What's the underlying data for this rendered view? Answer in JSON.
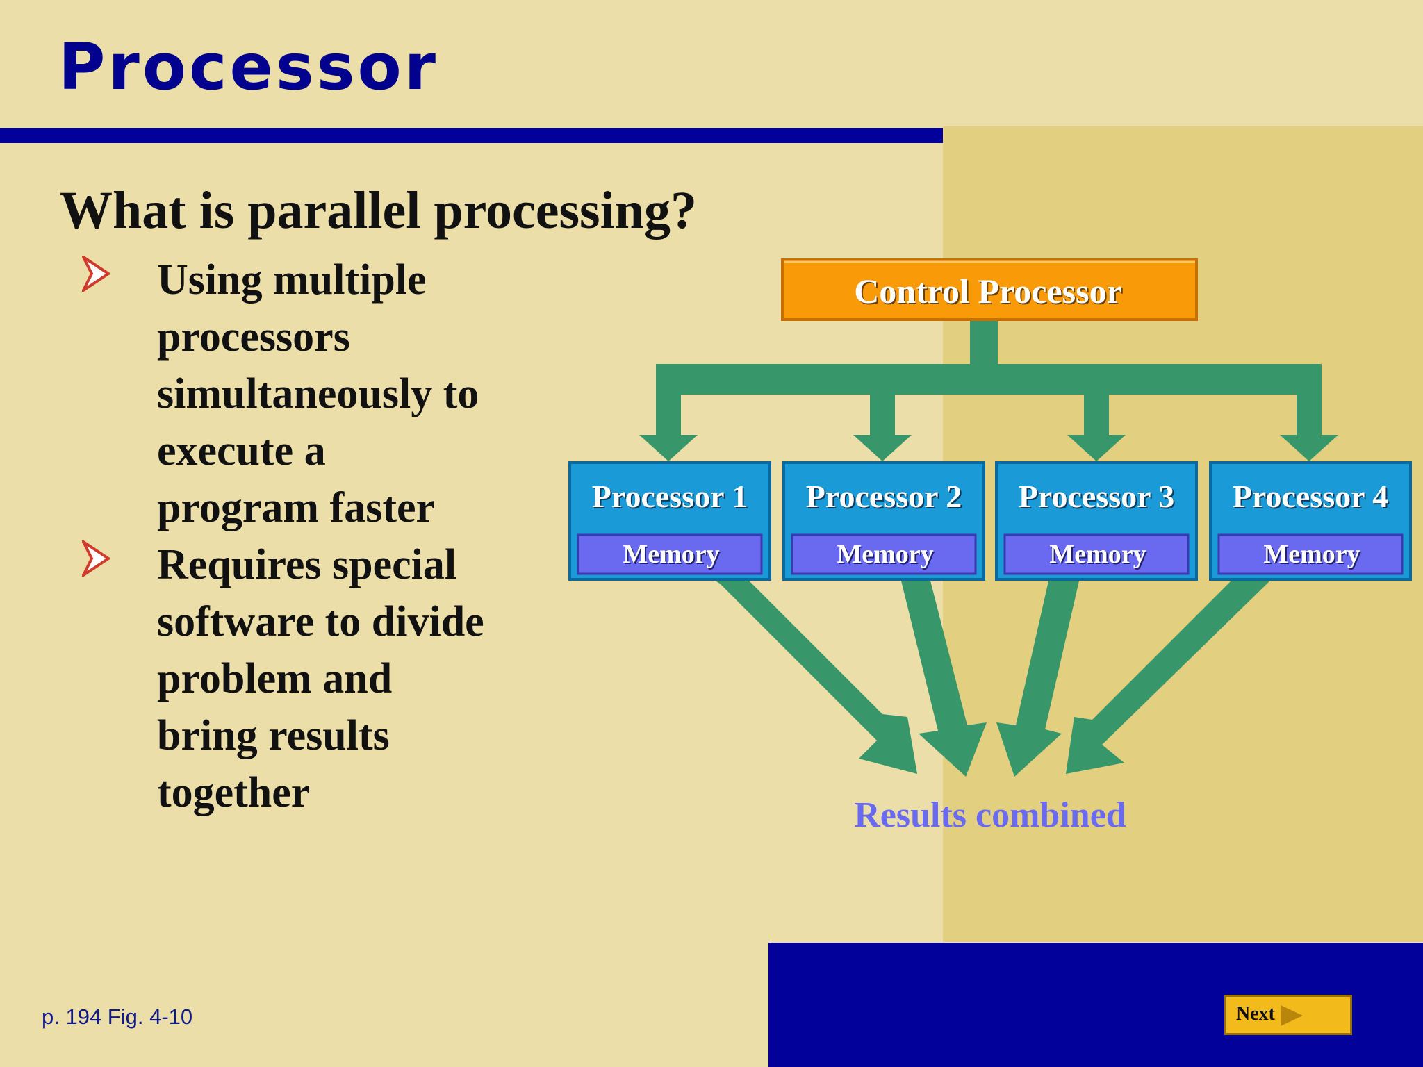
{
  "slide": {
    "title": "Processor",
    "subtitle": "What is parallel processing?",
    "bullets": [
      {
        "lines": [
          "Using multiple",
          "processors",
          "simultaneously to",
          "execute a",
          "program faster"
        ]
      },
      {
        "lines": [
          "Requires special",
          "software to divide",
          "problem and",
          "bring results",
          "together"
        ]
      }
    ],
    "caption": "p. 194 Fig. 4-10",
    "next_label": "Next"
  },
  "diagram": {
    "control": "Control Processor",
    "processors": [
      {
        "label": "Processor 1",
        "memory": "Memory"
      },
      {
        "label": "Processor 2",
        "memory": "Memory"
      },
      {
        "label": "Processor 3",
        "memory": "Memory"
      },
      {
        "label": "Processor 4",
        "memory": "Memory"
      }
    ],
    "results": "Results combined"
  },
  "colors": {
    "background": "#ebdea8",
    "accent_panel": "#e3cf80",
    "navy": "#02029a",
    "control_box": "#f99a08",
    "processor_box": "#1a9ad6",
    "memory_box": "#6a6af0",
    "arrow_green": "#37966a",
    "results_text": "#6a6af0",
    "bullet_arrow": "#d03a2a",
    "next_button": "#f3ba1b"
  },
  "icons": {
    "bullet": "chevron-arrow-icon",
    "next": "play-triangle-icon"
  }
}
